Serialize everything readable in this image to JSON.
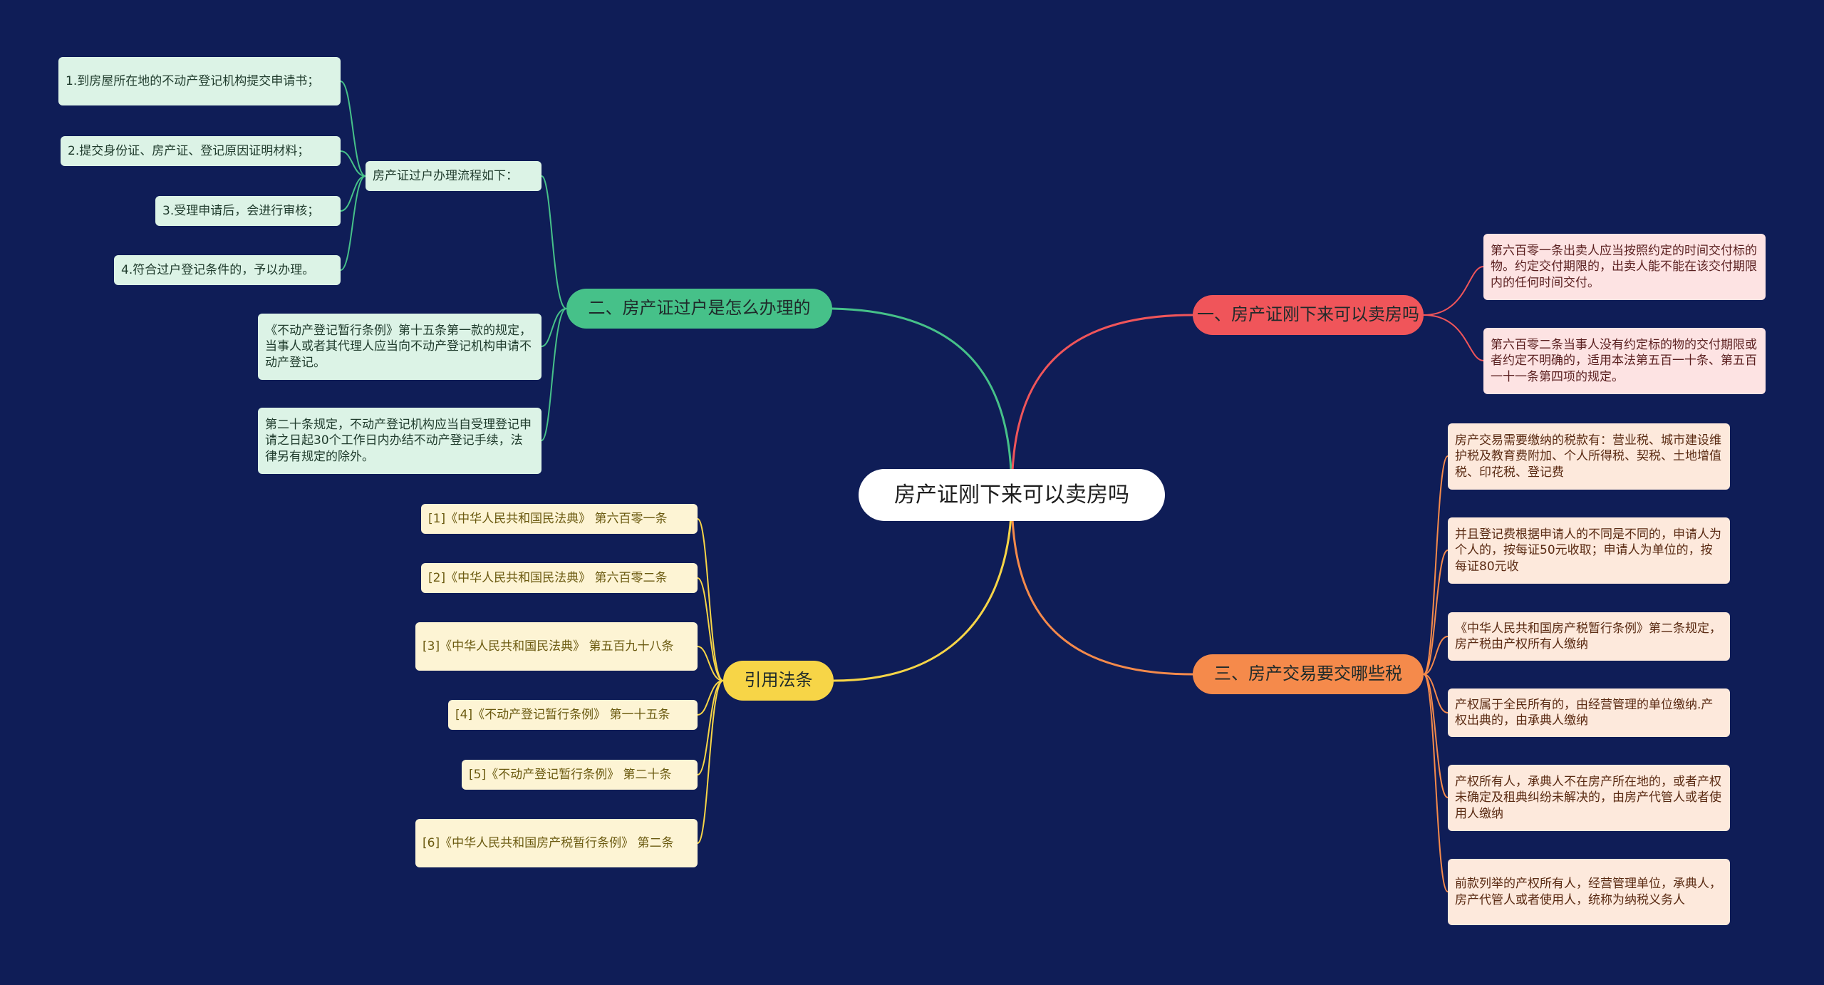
{
  "colors": {
    "background": "#0f1d57",
    "green": "#46c189",
    "red": "#f0555a",
    "orange": "#f58a4b",
    "yellow": "#f7d547"
  },
  "root": {
    "label": "房产证刚下来可以卖房吗"
  },
  "branches": {
    "b1": {
      "label": "一、房产证刚下来可以卖房吗",
      "color": "#f0555a"
    },
    "b2": {
      "label": "二、房产证过户是怎么办理的",
      "color": "#46c189"
    },
    "b3": {
      "label": "三、房产交易要交哪些税",
      "color": "#f58a4b"
    },
    "b4": {
      "label": "引用法条",
      "color": "#f7d547"
    }
  },
  "sub": {
    "process": {
      "label": "房产证过户办理流程如下："
    }
  },
  "leaves": {
    "s1": "1.到房屋所在地的不动产登记机构提交申请书；",
    "s2": "2.提交身份证、房产证、登记原因证明材料；",
    "s3": "3.受理申请后，会进行审核；",
    "s4": "4.符合过户登记条件的，予以办理。",
    "g1": "《不动产登记暂行条例》第十五条第一款的规定，当事人或者其代理人应当向不动产登记机构申请不动产登记。",
    "g2": "第二十条规定，不动产登记机构应当自受理登记申请之日起30个工作日内办结不动产登记手续，法律另有规定的除外。",
    "r1": "第六百零一条出卖人应当按照约定的时间交付标的物。约定交付期限的，出卖人能不能在该交付期限内的任何时间交付。",
    "r2": "第六百零二条当事人没有约定标的物的交付期限或者约定不明确的，适用本法第五百一十条、第五百一十一条第四项的规定。",
    "o1": "房产交易需要缴纳的税款有：营业税、城市建设维护税及教育费附加、个人所得税、契税、土地增值税、印花税、登记费",
    "o2": "并且登记费根据申请人的不同是不同的，申请人为个人的，按每证50元收取；申请人为单位的，按每证80元收",
    "o3": "《中华人民共和国房产税暂行条例》第二条规定，房产税由产权所有人缴纳",
    "o4": "产权属于全民所有的，由经营管理的单位缴纳.产权出典的，由承典人缴纳",
    "o5": "产权所有人，承典人不在房产所在地的，或者产权未确定及租典纠纷未解决的，由房产代管人或者使用人缴纳",
    "o6": "前款列举的产权所有人，经营管理单位，承典人，房产代管人或者使用人，统称为纳税义务人",
    "y1": "[1]《中华人民共和国民法典》 第六百零一条",
    "y2": "[2]《中华人民共和国民法典》 第六百零二条",
    "y3": "[3]《中华人民共和国民法典》 第五百九十八条",
    "y4": "[4]《不动产登记暂行条例》 第一十五条",
    "y5": "[5]《不动产登记暂行条例》 第二十条",
    "y6": "[6]《中华人民共和国房产税暂行条例》 第二条"
  }
}
